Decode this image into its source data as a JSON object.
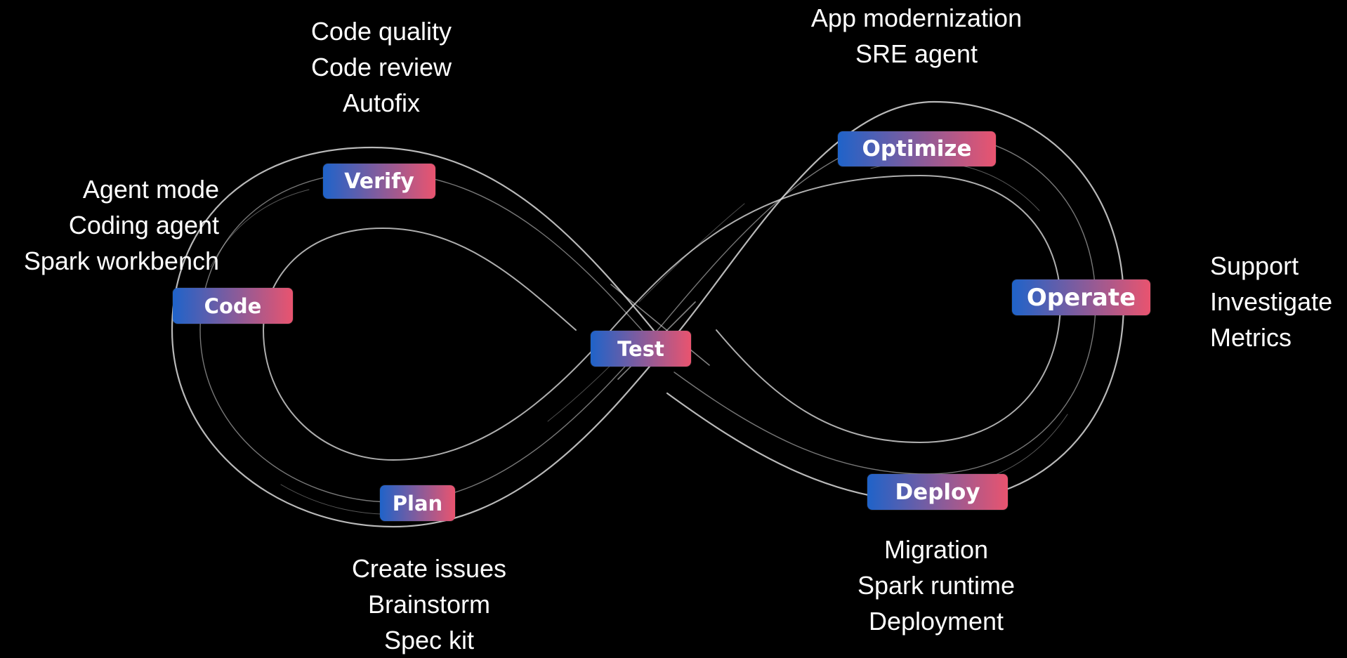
{
  "colors": {
    "background": "#000000",
    "badge_gradient_start": "#1f63c9",
    "badge_gradient_end": "#e9546f",
    "loop_stroke": "#d9d9d9",
    "text": "#ffffff"
  },
  "stages": {
    "verify": "Verify",
    "optimize": "Optimize",
    "code": "Code",
    "operate": "Operate",
    "test": "Test",
    "plan": "Plan",
    "deploy": "Deploy"
  },
  "captions": {
    "verify": [
      "Code quality",
      "Code review",
      "Autofix"
    ],
    "optimize": [
      "App modernization",
      "SRE agent"
    ],
    "code": [
      "Agent mode",
      "Coding agent",
      "Spark workbench"
    ],
    "operate": [
      "Support",
      "Investigate",
      "Metrics"
    ],
    "plan": [
      "Create issues",
      "Brainstorm",
      "Spec kit"
    ],
    "deploy": [
      "Migration",
      "Spark runtime",
      "Deployment"
    ]
  }
}
